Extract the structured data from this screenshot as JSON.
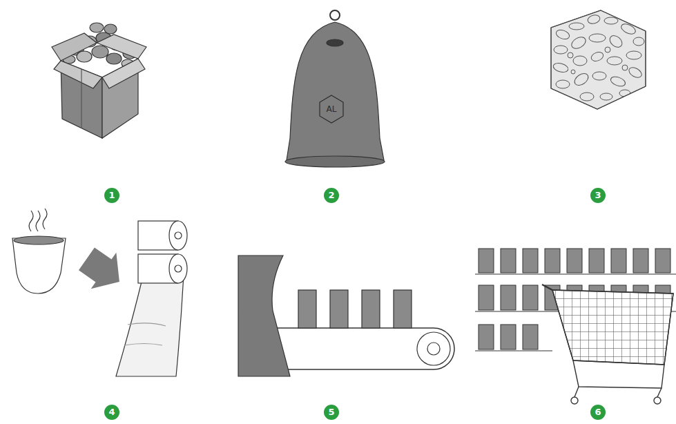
{
  "diagram": {
    "labels": [
      "AL",
      "1",
      "2",
      "3",
      "4",
      "5",
      "6"
    ]
  }
}
